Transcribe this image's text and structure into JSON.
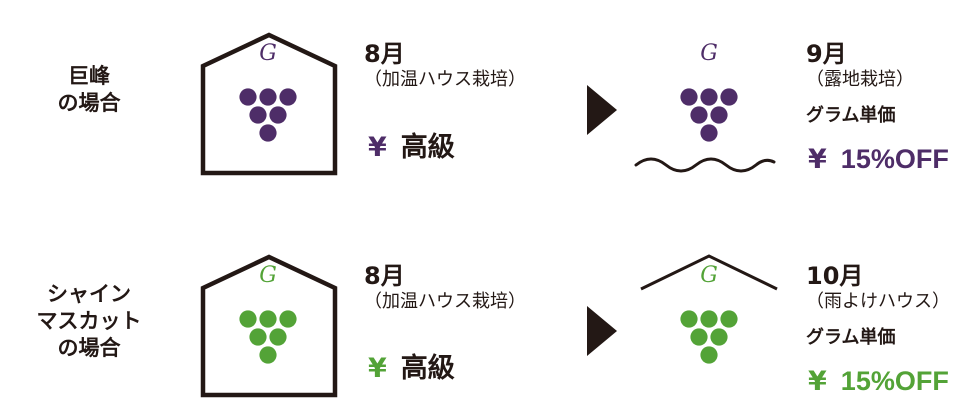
{
  "colors": {
    "ink": "#231815",
    "kyoho": "#4e2d68",
    "shine": "#53a337"
  },
  "rows": [
    {
      "variety_lines": [
        "巨峰",
        "の場合"
      ],
      "before": {
        "month": "8月",
        "method": "（加温ハウス栽培）",
        "price_symbol": "¥",
        "price_label": "高級"
      },
      "after": {
        "month": "9月",
        "method": "（露地栽培）",
        "unit_label": "グラム単価",
        "price_symbol": "¥",
        "discount": "15%OFF"
      }
    },
    {
      "variety_lines": [
        "シャイン",
        "マスカット",
        "の場合"
      ],
      "before": {
        "month": "8月",
        "method": "（加温ハウス栽培）",
        "price_symbol": "¥",
        "price_label": "高級"
      },
      "after": {
        "month": "10月",
        "method": "（雨よけハウス）",
        "unit_label": "グラム単価",
        "price_symbol": "¥",
        "discount": "15%OFF"
      }
    }
  ],
  "grape_mark": "G",
  "icons": [
    "house-icon",
    "grape-icon",
    "arrow-right-icon",
    "open-field-ground-icon",
    "rain-shelter-roof-icon"
  ]
}
